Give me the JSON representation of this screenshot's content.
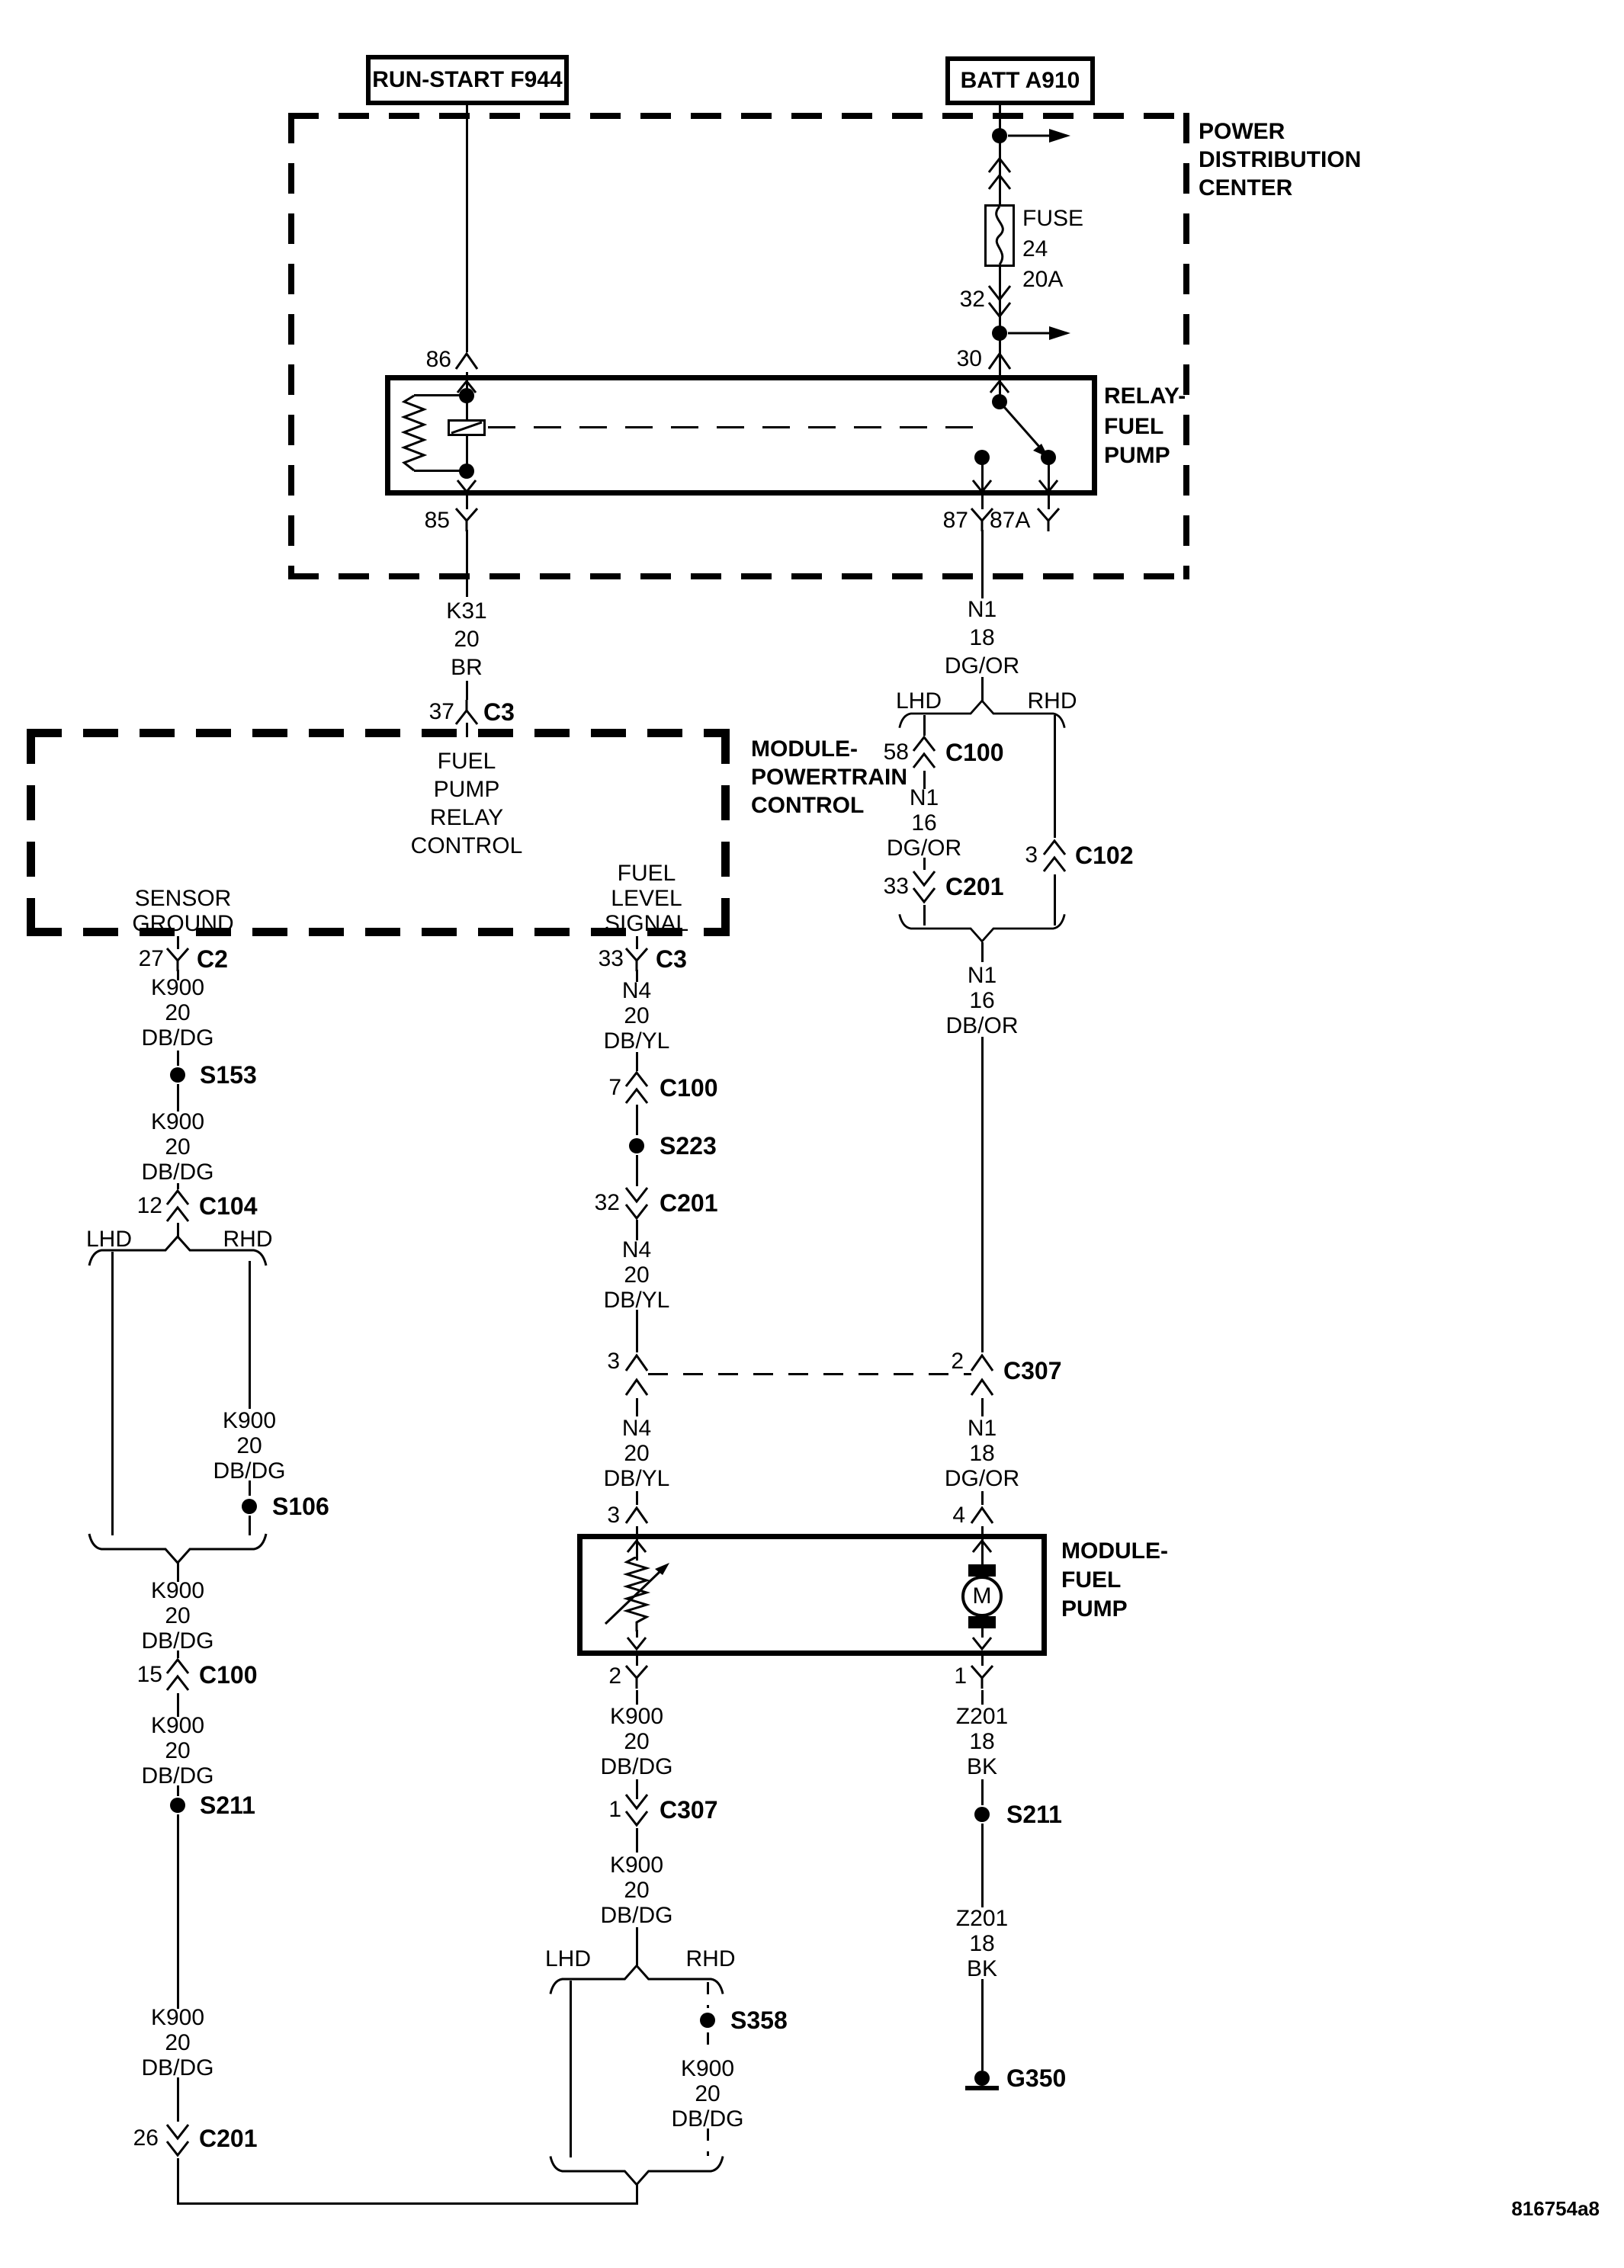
{
  "sheet": {
    "code": "816754a8"
  },
  "feeds": {
    "run_start": "RUN-START F944",
    "batt": "BATT A910"
  },
  "pdc": {
    "title": [
      "POWER",
      "DISTRIBUTION",
      "CENTER"
    ],
    "fuse": {
      "name": "FUSE",
      "number": "24",
      "rating": "20A",
      "pin_out": "32",
      "pin_to_relay": "30"
    }
  },
  "relay": {
    "title": [
      "RELAY-",
      "FUEL",
      "PUMP"
    ],
    "pins": {
      "coil_top": "86",
      "coil_bottom": "85",
      "no": "87",
      "nc": "87A"
    }
  },
  "mpc": {
    "title": [
      "MODULE-",
      "POWERTRAIN",
      "CONTROL"
    ],
    "functions": {
      "fuel_pump_relay_control": [
        "FUEL",
        "PUMP",
        "RELAY",
        "CONTROL"
      ],
      "sensor_ground": [
        "SENSOR",
        "GROUND"
      ],
      "fuel_level_signal": [
        "FUEL",
        "LEVEL",
        "SIGNAL"
      ]
    }
  },
  "pump_module": {
    "title": [
      "MODULE-",
      "FUEL",
      "PUMP"
    ],
    "motor_letter": "M",
    "pins": {
      "signal_in": "3",
      "feed_in": "4",
      "ground_sender": "2",
      "ground_motor": "1"
    }
  },
  "chains": {
    "k31": {
      "wire": [
        "K31",
        "20",
        "BR"
      ],
      "c3": {
        "pin": "37",
        "name": "C3"
      }
    },
    "left": {
      "c2": {
        "pin": "27",
        "name": "C2"
      },
      "wire1": [
        "K900",
        "20",
        "DB/DG"
      ],
      "s153": "S153",
      "wire2": [
        "K900",
        "20",
        "DB/DG"
      ],
      "c104": {
        "pin": "12",
        "name": "C104"
      },
      "split": {
        "lhd": "LHD",
        "rhd": "RHD"
      },
      "rhd_wire": [
        "K900",
        "20",
        "DB/DG"
      ],
      "s106": "S106",
      "wire3": [
        "K900",
        "20",
        "DB/DG"
      ],
      "c100": {
        "pin": "15",
        "name": "C100"
      },
      "wire4": [
        "K900",
        "20",
        "DB/DG"
      ],
      "s211": "S211",
      "wire5": [
        "K900",
        "20",
        "DB/DG"
      ],
      "c201": {
        "pin": "26",
        "name": "C201"
      }
    },
    "signal": {
      "c3": {
        "pin": "33",
        "name": "C3"
      },
      "wire1": [
        "N4",
        "20",
        "DB/YL"
      ],
      "c100": {
        "pin": "7",
        "name": "C100"
      },
      "s223": "S223",
      "c201": {
        "pin": "32",
        "name": "C201"
      },
      "wire2": [
        "N4",
        "20",
        "DB/YL"
      ],
      "c307": {
        "pin": "3"
      },
      "wire3": [
        "N4",
        "20",
        "DB/YL"
      ],
      "wire4": [
        "K900",
        "20",
        "DB/DG"
      ],
      "c307b": {
        "pin": "1",
        "name": "C307"
      },
      "wire5": [
        "K900",
        "20",
        "DB/DG"
      ],
      "split": {
        "lhd": "LHD",
        "rhd": "RHD"
      },
      "s358": "S358",
      "rhd_wire": [
        "K900",
        "20",
        "DB/DG"
      ]
    },
    "feed": {
      "wire1": [
        "N1",
        "18",
        "DG/OR"
      ],
      "split": {
        "lhd": "LHD",
        "rhd": "RHD"
      },
      "c100": {
        "pin": "58",
        "name": "C100"
      },
      "lhd_wire": [
        "N1",
        "16",
        "DG/OR"
      ],
      "c201": {
        "pin": "33",
        "name": "C201"
      },
      "c102": {
        "pin": "3",
        "name": "C102"
      },
      "wire2": [
        "N1",
        "16",
        "DB/OR"
      ],
      "c307": {
        "pin": "2",
        "name": "C307"
      },
      "wire3": [
        "N1",
        "18",
        "DG/OR"
      ],
      "wire4": [
        "Z201",
        "18",
        "BK"
      ],
      "s211": "S211",
      "wire5": [
        "Z201",
        "18",
        "BK"
      ],
      "g350": "G350"
    }
  }
}
